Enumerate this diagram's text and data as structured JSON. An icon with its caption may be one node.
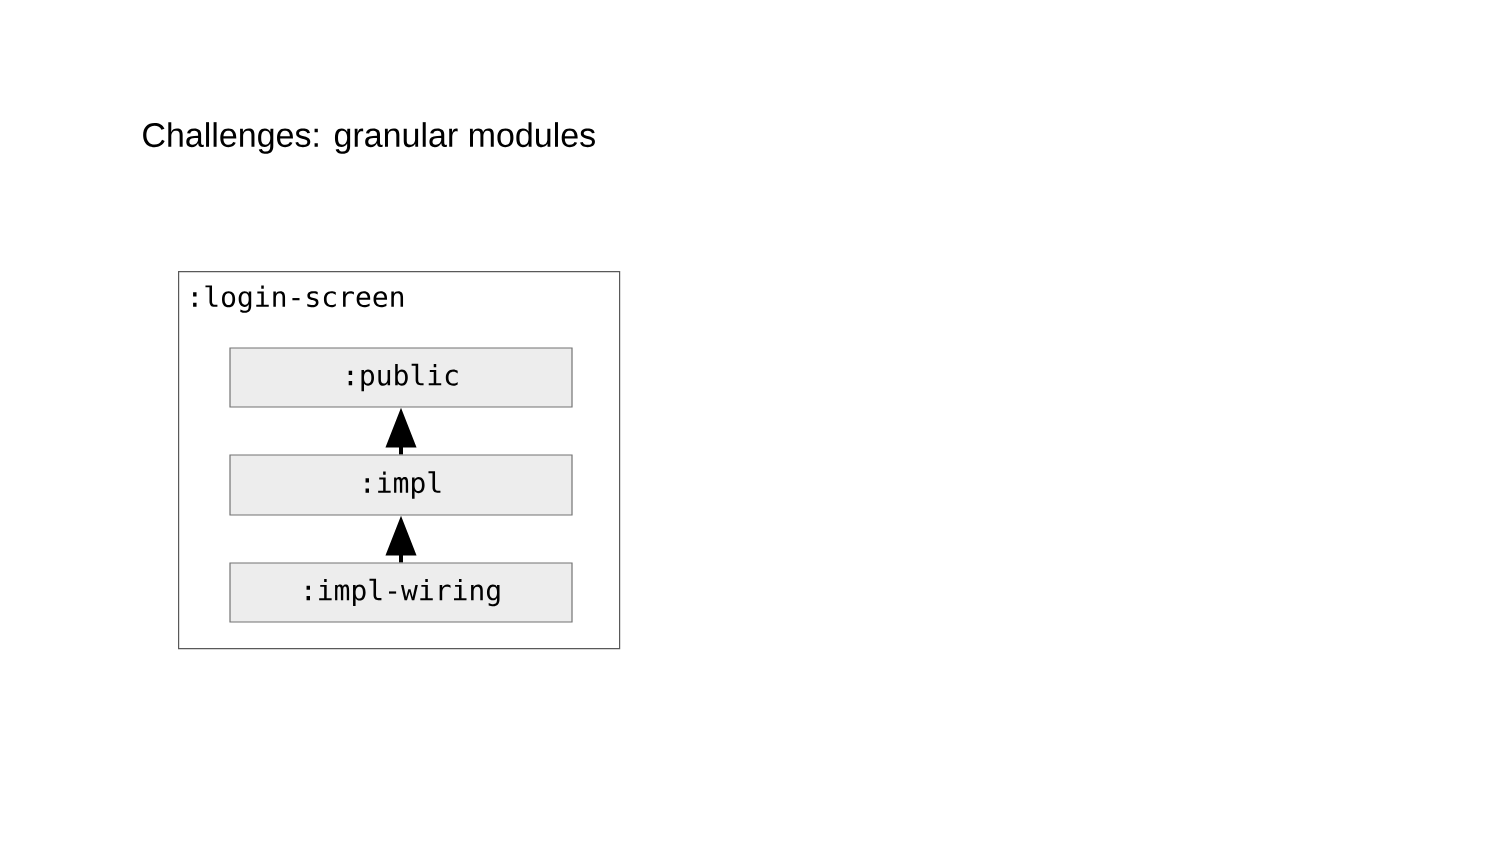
{
  "diagram": {
    "title": "Challenges: granular modules",
    "nodes": [
      {
        "text": [
          ":login-screen"
        ]
      },
      {
        "text": [
          ":public"
        ],
        "in": 0
      },
      {
        "text": [
          ":impl"
        ],
        "in": 0
      },
      {
        "text": [
          ":impl-wiring"
        ],
        "in": 0
      }
    ],
    "edges": [
      {
        "from": 2,
        "to": 1,
        "arrow": "to"
      },
      {
        "from": 3,
        "to": 2,
        "arrow": "to"
      }
    ]
  }
}
